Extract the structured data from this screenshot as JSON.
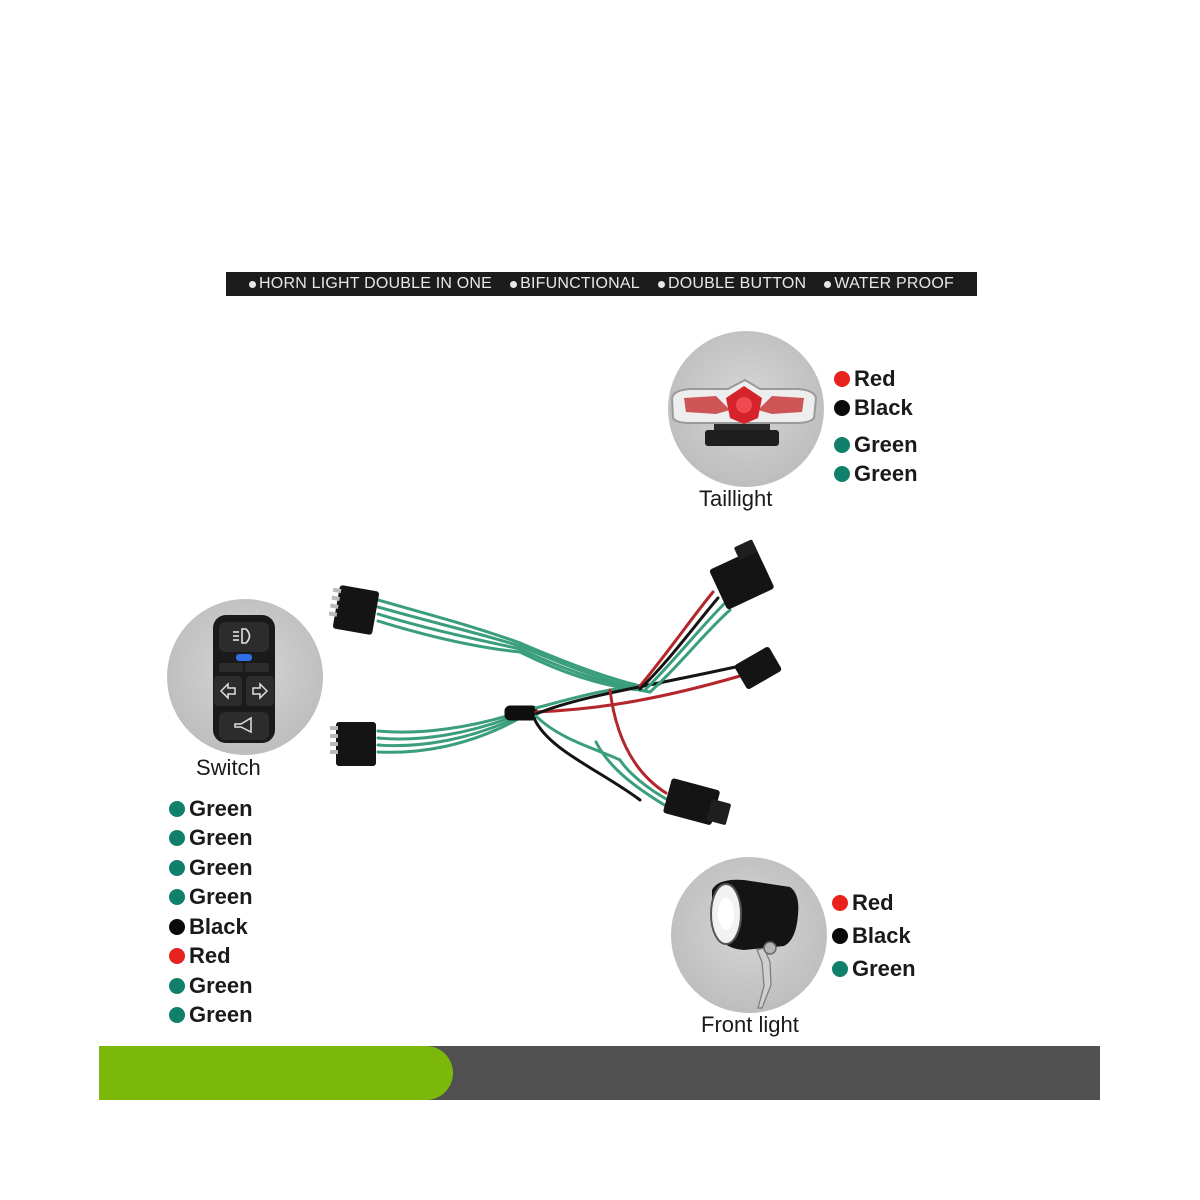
{
  "features": [
    "HORN LIGHT DOUBLE IN ONE",
    "BIFUNCTIONAL",
    "DOUBLE BUTTON",
    "WATER PROOF"
  ],
  "colors": {
    "Red": "#e8231e",
    "Black": "#0a0a0a",
    "Green": "#10806a",
    "accent": "#7cb80a",
    "bar_dark": "#505050",
    "wire_green": "#3a9e7c",
    "wire_red": "#b3262b",
    "wire_black": "#141414"
  },
  "taillight": {
    "label": "Taillight",
    "wires": [
      "Red",
      "Black",
      "Green",
      "Green"
    ]
  },
  "switch": {
    "label": "Switch",
    "icons": [
      "headlight-icon",
      "left-arrow-icon",
      "right-arrow-icon",
      "horn-icon"
    ],
    "wires": [
      "Green",
      "Green",
      "Green",
      "Green",
      "Black",
      "Red",
      "Green",
      "Green"
    ]
  },
  "front_light": {
    "label": "Front light",
    "wires": [
      "Red",
      "Black",
      "Green"
    ]
  }
}
